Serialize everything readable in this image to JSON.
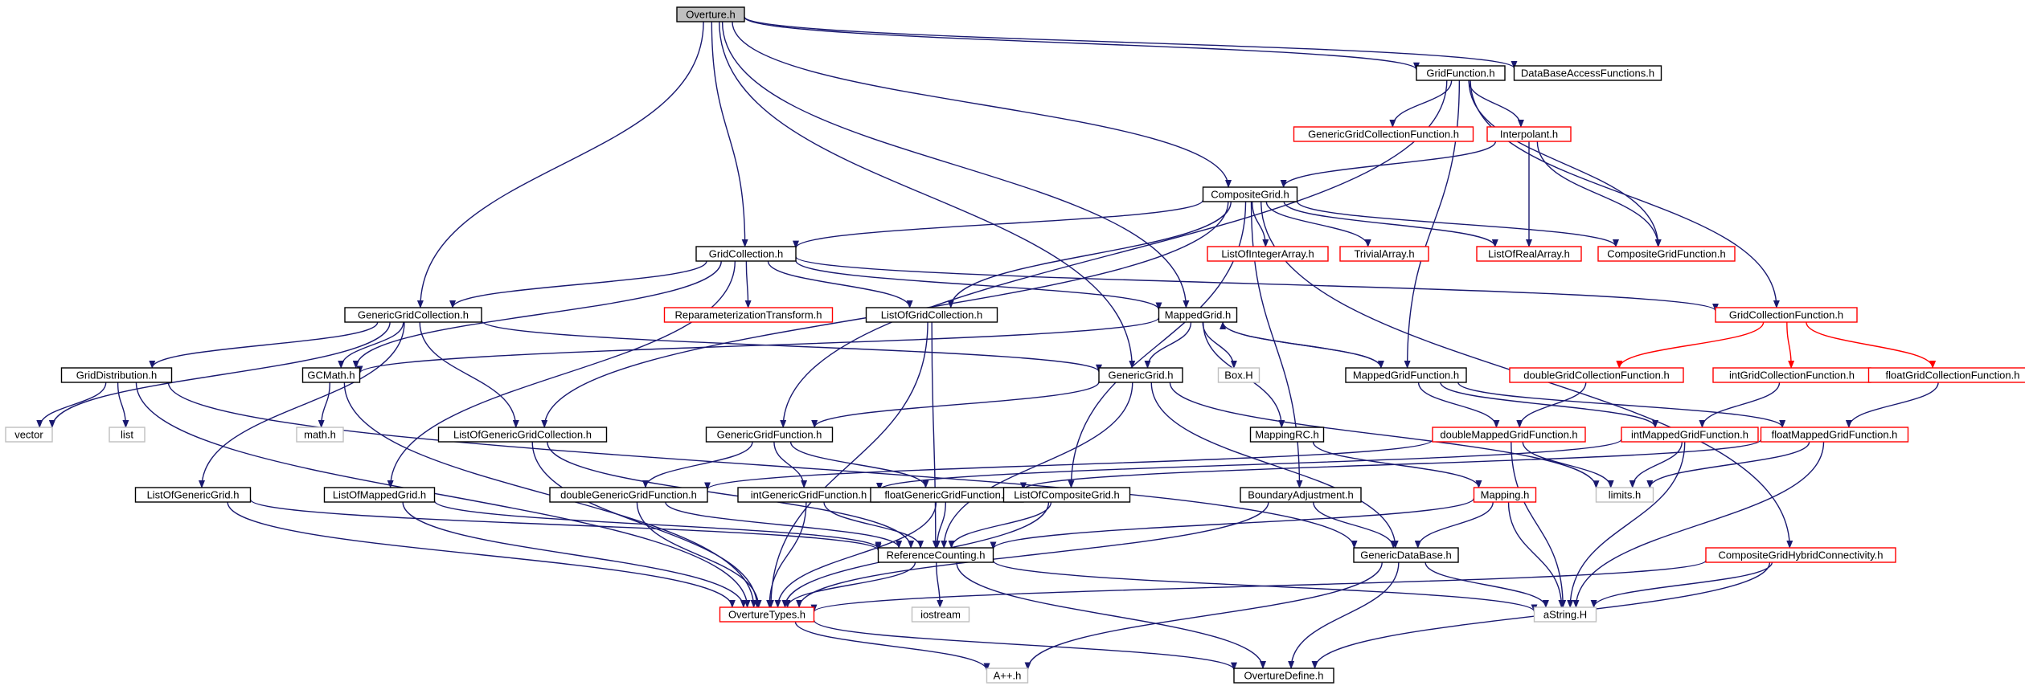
{
  "diagram": {
    "type": "include-dependency-graph",
    "colors": {
      "edge": "#191970",
      "edge_alt": "#ff0000",
      "root_fill": "#bfbfbf",
      "border_black": "#000000",
      "border_red": "#ff0000",
      "border_gray": "#bfbfbf"
    },
    "nodes": [
      {
        "id": "overture",
        "label": "Overture.h",
        "style": "root"
      },
      {
        "id": "gridfunction",
        "label": "GridFunction.h",
        "style": "black"
      },
      {
        "id": "dbaccess",
        "label": "DataBaseAccessFunctions.h",
        "style": "black"
      },
      {
        "id": "genericgridcollectionfunction",
        "label": "GenericGridCollectionFunction.h",
        "style": "red"
      },
      {
        "id": "interpolant",
        "label": "Interpolant.h",
        "style": "red"
      },
      {
        "id": "compositegrid",
        "label": "CompositeGrid.h",
        "style": "black"
      },
      {
        "id": "listofintegerarray",
        "label": "ListOfIntegerArray.h",
        "style": "red"
      },
      {
        "id": "trivialarray",
        "label": "TrivialArray.h",
        "style": "red"
      },
      {
        "id": "listofrealarray",
        "label": "ListOfRealArray.h",
        "style": "red"
      },
      {
        "id": "compositegridfunction",
        "label": "CompositeGridFunction.h",
        "style": "red"
      },
      {
        "id": "gridcollection",
        "label": "GridCollection.h",
        "style": "black"
      },
      {
        "id": "reparam",
        "label": "ReparameterizationTransform.h",
        "style": "red"
      },
      {
        "id": "listofgridcollection",
        "label": "ListOfGridCollection.h",
        "style": "black"
      },
      {
        "id": "gridcollectionfunction",
        "label": "GridCollectionFunction.h",
        "style": "red"
      },
      {
        "id": "genericgridcollection",
        "label": "GenericGridCollection.h",
        "style": "black"
      },
      {
        "id": "mappedgrid",
        "label": "MappedGrid.h",
        "style": "black"
      },
      {
        "id": "griddistribution",
        "label": "GridDistribution.h",
        "style": "black"
      },
      {
        "id": "gcmath",
        "label": "GCMath.h",
        "style": "black"
      },
      {
        "id": "genericgrid",
        "label": "GenericGrid.h",
        "style": "black"
      },
      {
        "id": "boxh",
        "label": "Box.H",
        "style": "gray"
      },
      {
        "id": "mappedgridfunction",
        "label": "MappedGridFunction.h",
        "style": "black"
      },
      {
        "id": "doublegridcollectionfunction",
        "label": "doubleGridCollectionFunction.h",
        "style": "red"
      },
      {
        "id": "intgridcollectionfunction",
        "label": "intGridCollectionFunction.h",
        "style": "red"
      },
      {
        "id": "floatgridcollectionfunction",
        "label": "floatGridCollectionFunction.h",
        "style": "red"
      },
      {
        "id": "vector",
        "label": "vector",
        "style": "gray"
      },
      {
        "id": "list",
        "label": "list",
        "style": "gray"
      },
      {
        "id": "mathh",
        "label": "math.h",
        "style": "gray"
      },
      {
        "id": "listofgenericgridcollection",
        "label": "ListOfGenericGridCollection.h",
        "style": "black"
      },
      {
        "id": "genericgridfunction",
        "label": "GenericGridFunction.h",
        "style": "black"
      },
      {
        "id": "mappingrc",
        "label": "MappingRC.h",
        "style": "black"
      },
      {
        "id": "doublemappedgridfunction",
        "label": "doubleMappedGridFunction.h",
        "style": "red"
      },
      {
        "id": "intmappedgridfunction",
        "label": "intMappedGridFunction.h",
        "style": "red"
      },
      {
        "id": "floatmappedgridfunction",
        "label": "floatMappedGridFunction.h",
        "style": "red"
      },
      {
        "id": "listofgenericgrid",
        "label": "ListOfGenericGrid.h",
        "style": "black"
      },
      {
        "id": "listofmappedgrid",
        "label": "ListOfMappedGrid.h",
        "style": "black"
      },
      {
        "id": "doublegenericgridfunction",
        "label": "doubleGenericGridFunction.h",
        "style": "black"
      },
      {
        "id": "intgenericgridfunction",
        "label": "intGenericGridFunction.h",
        "style": "black"
      },
      {
        "id": "floatgenericgridfunction",
        "label": "floatGenericGridFunction.h",
        "style": "black"
      },
      {
        "id": "listofcompositegrid",
        "label": "ListOfCompositeGrid.h",
        "style": "black"
      },
      {
        "id": "boundaryadjustment",
        "label": "BoundaryAdjustment.h",
        "style": "black"
      },
      {
        "id": "mapping",
        "label": "Mapping.h",
        "style": "red"
      },
      {
        "id": "limits",
        "label": "limits.h",
        "style": "gray"
      },
      {
        "id": "referencecounting",
        "label": "ReferenceCounting.h",
        "style": "black"
      },
      {
        "id": "genericdatabase",
        "label": "GenericDataBase.h",
        "style": "black"
      },
      {
        "id": "compositegridhybrid",
        "label": "CompositeGridHybridConnectivity.h",
        "style": "red"
      },
      {
        "id": "overturetypes",
        "label": "OvertureTypes.h",
        "style": "red"
      },
      {
        "id": "iostream",
        "label": "iostream",
        "style": "gray"
      },
      {
        "id": "astring",
        "label": "aString.H",
        "style": "gray"
      },
      {
        "id": "aplusplus",
        "label": "A++.h",
        "style": "gray"
      },
      {
        "id": "overturedefine",
        "label": "OvertureDefine.h",
        "style": "black"
      }
    ],
    "edges": [
      {
        "from": "overture",
        "to": "gridfunction"
      },
      {
        "from": "overture",
        "to": "dbaccess"
      },
      {
        "from": "overture",
        "to": "compositegrid"
      },
      {
        "from": "overture",
        "to": "gridcollection"
      },
      {
        "from": "overture",
        "to": "genericgridcollection"
      },
      {
        "from": "overture",
        "to": "mappedgrid"
      },
      {
        "from": "overture",
        "to": "genericgrid"
      },
      {
        "from": "gridfunction",
        "to": "genericgridcollectionfunction"
      },
      {
        "from": "gridfunction",
        "to": "interpolant"
      },
      {
        "from": "gridfunction",
        "to": "compositegridfunction"
      },
      {
        "from": "gridfunction",
        "to": "gridcollectionfunction"
      },
      {
        "from": "gridfunction",
        "to": "mappedgridfunction"
      },
      {
        "from": "gridfunction",
        "to": "genericgridfunction"
      },
      {
        "from": "interpolant",
        "to": "compositegrid"
      },
      {
        "from": "interpolant",
        "to": "listofrealarray"
      },
      {
        "from": "interpolant",
        "to": "compositegridfunction"
      },
      {
        "from": "compositegrid",
        "to": "listofintegerarray"
      },
      {
        "from": "compositegrid",
        "to": "trivialarray"
      },
      {
        "from": "compositegrid",
        "to": "listofrealarray"
      },
      {
        "from": "compositegrid",
        "to": "compositegridfunction"
      },
      {
        "from": "compositegrid",
        "to": "gridcollection"
      },
      {
        "from": "compositegrid",
        "to": "listofgridcollection"
      },
      {
        "from": "compositegrid",
        "to": "listofcompositegrid"
      },
      {
        "from": "compositegrid",
        "to": "boundaryadjustment"
      },
      {
        "from": "compositegrid",
        "to": "listofgenericgridcollection"
      },
      {
        "from": "compositegrid",
        "to": "compositegridhybrid"
      },
      {
        "from": "gridcollection",
        "to": "reparam"
      },
      {
        "from": "gridcollection",
        "to": "listofgridcollection"
      },
      {
        "from": "gridcollection",
        "to": "gridcollectionfunction"
      },
      {
        "from": "gridcollection",
        "to": "genericgridcollection"
      },
      {
        "from": "gridcollection",
        "to": "mappedgrid"
      },
      {
        "from": "gridcollection",
        "to": "gcmath"
      },
      {
        "from": "gridcollection",
        "to": "listofmappedgrid"
      },
      {
        "from": "genericgridcollection",
        "to": "griddistribution"
      },
      {
        "from": "genericgridcollection",
        "to": "gcmath"
      },
      {
        "from": "genericgridcollection",
        "to": "vector"
      },
      {
        "from": "genericgridcollection",
        "to": "listofgenericgrid"
      },
      {
        "from": "genericgridcollection",
        "to": "listofgenericgridcollection"
      },
      {
        "from": "genericgridcollection",
        "to": "genericgrid"
      },
      {
        "from": "mappedgrid",
        "to": "gcmath"
      },
      {
        "from": "mappedgrid",
        "to": "genericgrid"
      },
      {
        "from": "mappedgrid",
        "to": "boxh"
      },
      {
        "from": "mappedgrid",
        "to": "mappedgridfunction"
      },
      {
        "from": "mappedgrid",
        "to": "mappingrc"
      },
      {
        "from": "mappedgridfunction",
        "to": "mappedgrid"
      },
      {
        "from": "mappedgridfunction",
        "to": "doublemappedgridfunction"
      },
      {
        "from": "mappedgridfunction",
        "to": "intmappedgridfunction"
      },
      {
        "from": "mappedgridfunction",
        "to": "floatmappedgridfunction"
      },
      {
        "from": "gridcollectionfunction",
        "to": "doublegridcollectionfunction",
        "alt": true
      },
      {
        "from": "gridcollectionfunction",
        "to": "intgridcollectionfunction",
        "alt": true
      },
      {
        "from": "gridcollectionfunction",
        "to": "floatgridcollectionfunction",
        "alt": true
      },
      {
        "from": "doublegridcollectionfunction",
        "to": "doublemappedgridfunction"
      },
      {
        "from": "intgridcollectionfunction",
        "to": "intmappedgridfunction"
      },
      {
        "from": "floatgridcollectionfunction",
        "to": "floatmappedgridfunction"
      },
      {
        "from": "griddistribution",
        "to": "vector"
      },
      {
        "from": "griddistribution",
        "to": "list"
      },
      {
        "from": "griddistribution",
        "to": "overturetypes"
      },
      {
        "from": "griddistribution",
        "to": "genericdatabase"
      },
      {
        "from": "gcmath",
        "to": "mathh"
      },
      {
        "from": "gcmath",
        "to": "overturetypes"
      },
      {
        "from": "genericgrid",
        "to": "genericgridfunction"
      },
      {
        "from": "genericgrid",
        "to": "referencecounting"
      },
      {
        "from": "genericgrid",
        "to": "genericdatabase"
      },
      {
        "from": "genericgrid",
        "to": "limits"
      },
      {
        "from": "genericgridfunction",
        "to": "doublegenericgridfunction"
      },
      {
        "from": "genericgridfunction",
        "to": "intgenericgridfunction"
      },
      {
        "from": "genericgridfunction",
        "to": "floatgenericgridfunction"
      },
      {
        "from": "doublemappedgridfunction",
        "to": "doublegenericgridfunction"
      },
      {
        "from": "doublemappedgridfunction",
        "to": "limits"
      },
      {
        "from": "doublemappedgridfunction",
        "to": "astring"
      },
      {
        "from": "intmappedgridfunction",
        "to": "intgenericgridfunction"
      },
      {
        "from": "intmappedgridfunction",
        "to": "limits"
      },
      {
        "from": "intmappedgridfunction",
        "to": "astring"
      },
      {
        "from": "floatmappedgridfunction",
        "to": "floatgenericgridfunction"
      },
      {
        "from": "floatmappedgridfunction",
        "to": "limits"
      },
      {
        "from": "floatmappedgridfunction",
        "to": "astring"
      },
      {
        "from": "mappingrc",
        "to": "mapping"
      },
      {
        "from": "listofgridcollection",
        "to": "overturetypes"
      },
      {
        "from": "listofgridcollection",
        "to": "referencecounting"
      },
      {
        "from": "listofgenericgridcollection",
        "to": "referencecounting"
      },
      {
        "from": "listofgenericgridcollection",
        "to": "overturetypes"
      },
      {
        "from": "listofgenericgrid",
        "to": "referencecounting"
      },
      {
        "from": "listofgenericgrid",
        "to": "overturetypes"
      },
      {
        "from": "listofmappedgrid",
        "to": "referencecounting"
      },
      {
        "from": "listofmappedgrid",
        "to": "overturetypes"
      },
      {
        "from": "listofcompositegrid",
        "to": "referencecounting"
      },
      {
        "from": "listofcompositegrid",
        "to": "overturetypes"
      },
      {
        "from": "doublegenericgridfunction",
        "to": "referencecounting"
      },
      {
        "from": "doublegenericgridfunction",
        "to": "overturetypes"
      },
      {
        "from": "intgenericgridfunction",
        "to": "referencecounting"
      },
      {
        "from": "intgenericgridfunction",
        "to": "overturetypes"
      },
      {
        "from": "floatgenericgridfunction",
        "to": "referencecounting"
      },
      {
        "from": "floatgenericgridfunction",
        "to": "overturetypes"
      },
      {
        "from": "boundaryadjustment",
        "to": "overturetypes"
      },
      {
        "from": "boundaryadjustment",
        "to": "genericdatabase"
      },
      {
        "from": "mapping",
        "to": "referencecounting"
      },
      {
        "from": "mapping",
        "to": "genericdatabase"
      },
      {
        "from": "mapping",
        "to": "astring"
      },
      {
        "from": "referencecounting",
        "to": "overturetypes"
      },
      {
        "from": "referencecounting",
        "to": "iostream"
      },
      {
        "from": "referencecounting",
        "to": "astring"
      },
      {
        "from": "referencecounting",
        "to": "overturedefine"
      },
      {
        "from": "genericdatabase",
        "to": "astring"
      },
      {
        "from": "genericdatabase",
        "to": "aplusplus"
      },
      {
        "from": "genericdatabase",
        "to": "overturedefine"
      },
      {
        "from": "compositegridhybrid",
        "to": "overturetypes"
      },
      {
        "from": "compositegridhybrid",
        "to": "astring"
      },
      {
        "from": "compositegridhybrid",
        "to": "overturedefine"
      },
      {
        "from": "overturetypes",
        "to": "aplusplus"
      },
      {
        "from": "overturetypes",
        "to": "overturedefine"
      }
    ]
  }
}
